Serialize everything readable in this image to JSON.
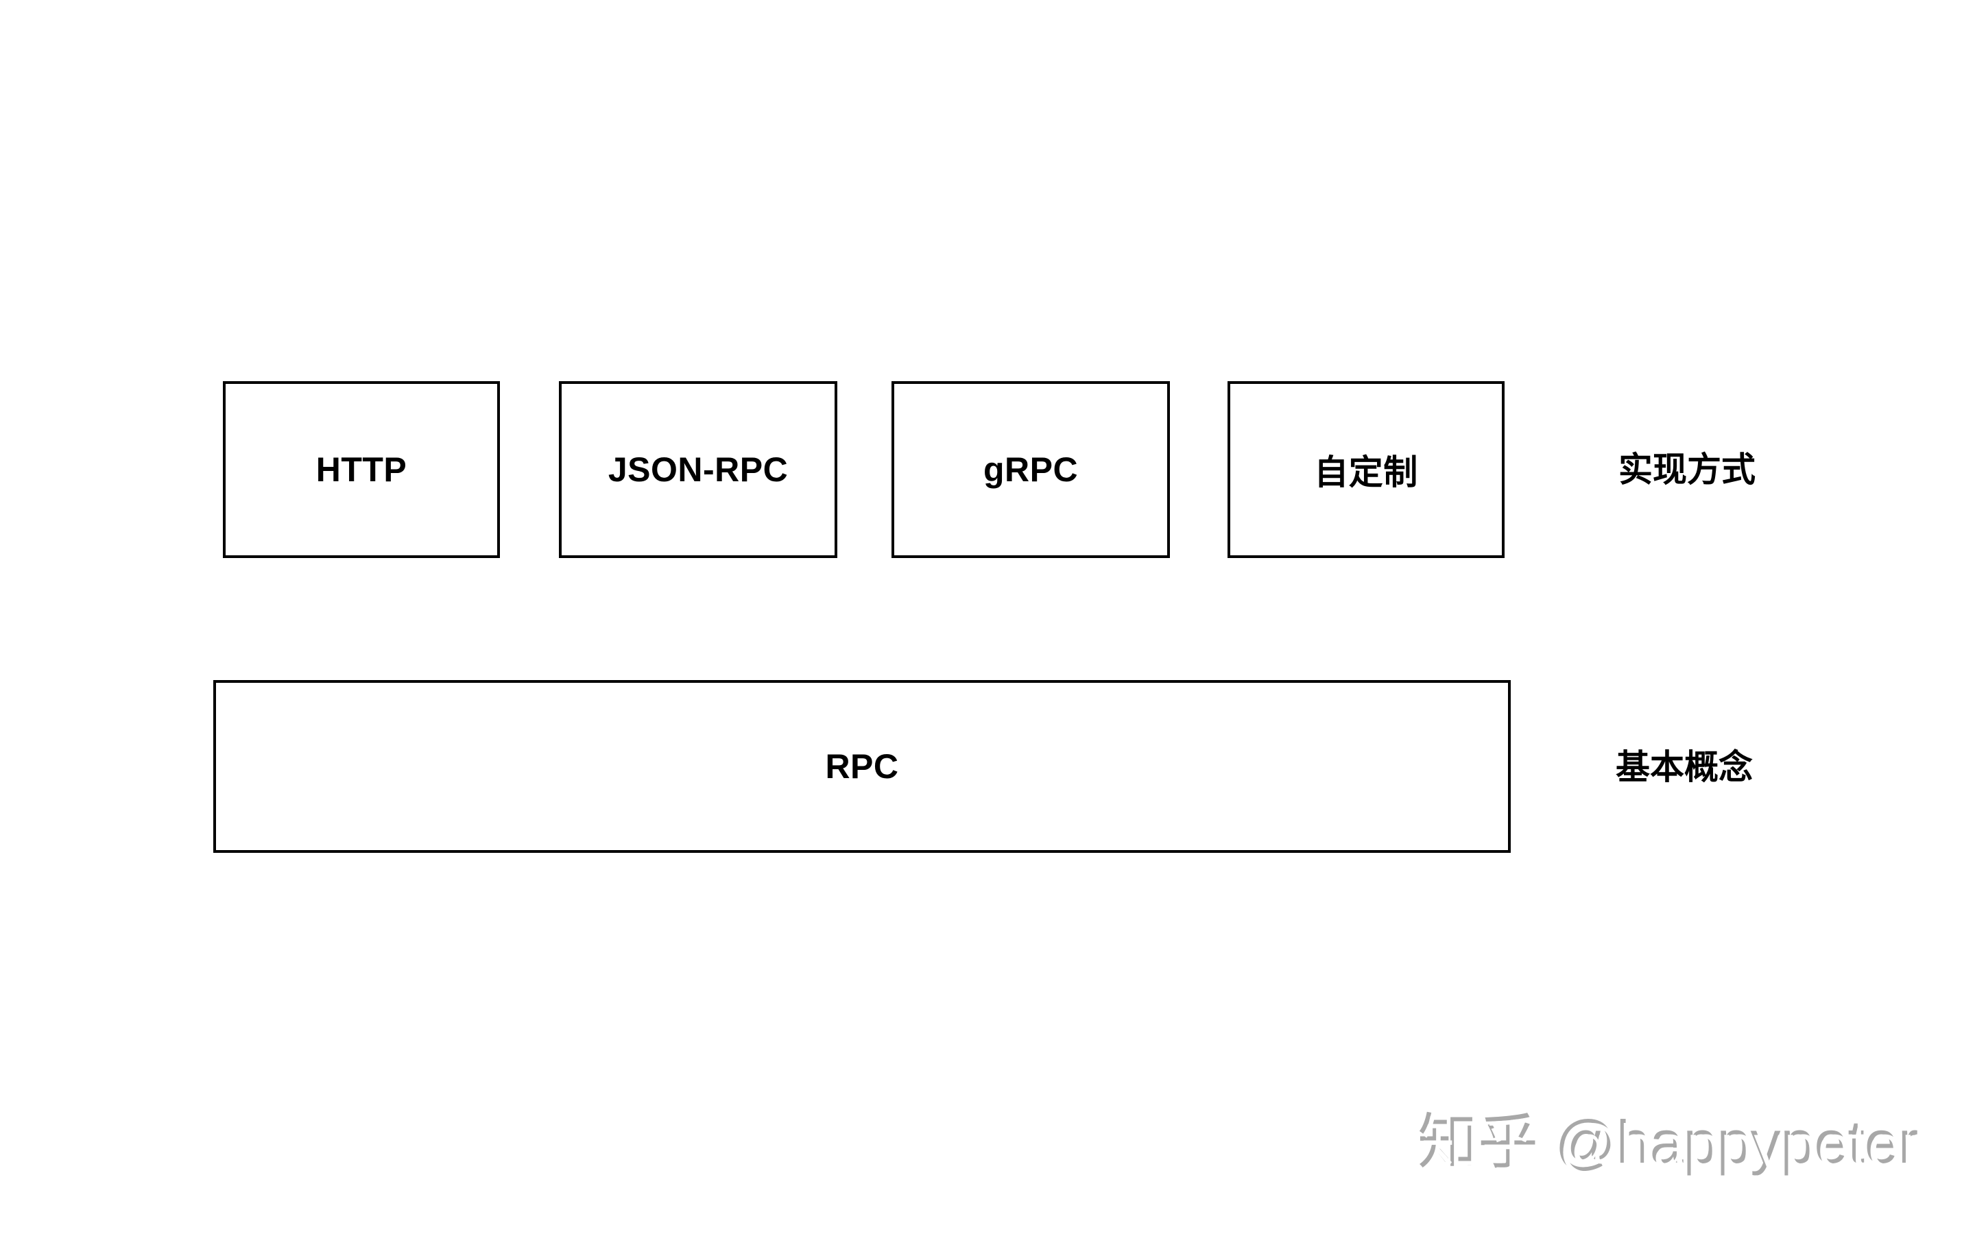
{
  "diagram": {
    "implementation_row": {
      "side_label": "实现方式",
      "boxes": [
        {
          "label": "HTTP"
        },
        {
          "label": "JSON-RPC"
        },
        {
          "label": "gRPC"
        },
        {
          "label": "自定制"
        }
      ]
    },
    "concept_row": {
      "side_label": "基本概念",
      "boxes": [
        {
          "label": "RPC"
        }
      ]
    }
  },
  "watermark": {
    "text": "知乎 @happypeter"
  },
  "colors": {
    "background": "#ffffff",
    "box_border": "#000000",
    "box_text": "#000000",
    "watermark_gray": "#a8a8a8"
  }
}
